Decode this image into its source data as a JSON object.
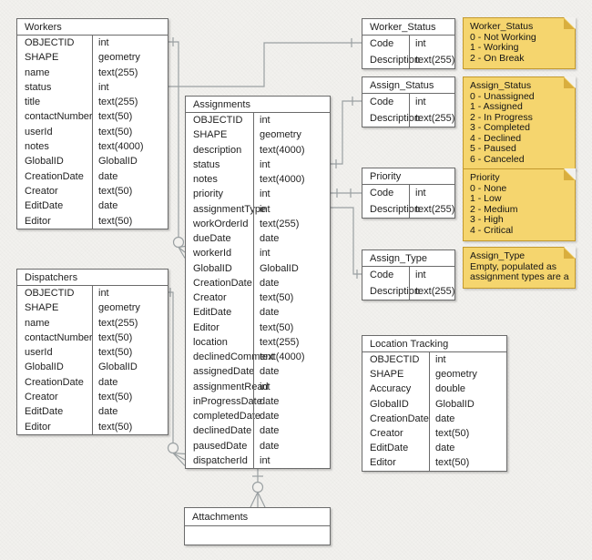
{
  "colors": {
    "background": "#f2f1ee",
    "table_fill": "#ffffff",
    "table_border": "#6b6b6b",
    "connector": "#9aa0a2",
    "note_fill": "#f5d56e",
    "note_border": "#c3992e",
    "note_fold": "#d9ae3e"
  },
  "tables": [
    {
      "id": "workers",
      "title": "Workers",
      "fields": [
        {
          "name": "OBJECTID",
          "type": "int"
        },
        {
          "name": "SHAPE",
          "type": "geometry"
        },
        {
          "name": "name",
          "type": "text(255)"
        },
        {
          "name": "status",
          "type": "int"
        },
        {
          "name": "title",
          "type": "text(255)"
        },
        {
          "name": "contactNumber",
          "type": "text(50)"
        },
        {
          "name": "userId",
          "type": "text(50)"
        },
        {
          "name": "notes",
          "type": "text(4000)"
        },
        {
          "name": "GlobalID",
          "type": "GlobalID"
        },
        {
          "name": "CreationDate",
          "type": "date"
        },
        {
          "name": "Creator",
          "type": "text(50)"
        },
        {
          "name": "EditDate",
          "type": "date"
        },
        {
          "name": "Editor",
          "type": "text(50)"
        }
      ]
    },
    {
      "id": "dispatchers",
      "title": "Dispatchers",
      "fields": [
        {
          "name": "OBJECTID",
          "type": "int"
        },
        {
          "name": "SHAPE",
          "type": "geometry"
        },
        {
          "name": "name",
          "type": "text(255)"
        },
        {
          "name": "contactNumber",
          "type": "text(50)"
        },
        {
          "name": "userId",
          "type": "text(50)"
        },
        {
          "name": "GlobalID",
          "type": "GlobalID"
        },
        {
          "name": "CreationDate",
          "type": "date"
        },
        {
          "name": "Creator",
          "type": "text(50)"
        },
        {
          "name": "EditDate",
          "type": "date"
        },
        {
          "name": "Editor",
          "type": "text(50)"
        }
      ]
    },
    {
      "id": "assignments",
      "title": "Assignments",
      "fields": [
        {
          "name": "OBJECTID",
          "type": "int"
        },
        {
          "name": "SHAPE",
          "type": "geometry"
        },
        {
          "name": "description",
          "type": "text(4000)"
        },
        {
          "name": "status",
          "type": "int"
        },
        {
          "name": "notes",
          "type": "text(4000)"
        },
        {
          "name": "priority",
          "type": "int"
        },
        {
          "name": "assignmentType",
          "type": "int"
        },
        {
          "name": "workOrderId",
          "type": "text(255)"
        },
        {
          "name": "dueDate",
          "type": "date"
        },
        {
          "name": "workerId",
          "type": "int"
        },
        {
          "name": "GlobalID",
          "type": "GlobalID"
        },
        {
          "name": "CreationDate",
          "type": "date"
        },
        {
          "name": "Creator",
          "type": "text(50)"
        },
        {
          "name": "EditDate",
          "type": "date"
        },
        {
          "name": "Editor",
          "type": "text(50)"
        },
        {
          "name": "location",
          "type": "text(255)"
        },
        {
          "name": "declinedComment",
          "type": "text(4000)"
        },
        {
          "name": "assignedDate",
          "type": "date"
        },
        {
          "name": "assignmentRead",
          "type": "int"
        },
        {
          "name": "inProgressDate",
          "type": "date"
        },
        {
          "name": "completedDate",
          "type": "date"
        },
        {
          "name": "declinedDate",
          "type": "date"
        },
        {
          "name": "pausedDate",
          "type": "date"
        },
        {
          "name": "dispatcherId",
          "type": "int"
        }
      ]
    },
    {
      "id": "worker_status",
      "title": "Worker_Status",
      "fields": [
        {
          "name": "Code",
          "type": "int"
        },
        {
          "name": "Description",
          "type": "text(255)"
        }
      ]
    },
    {
      "id": "assign_status",
      "title": "Assign_Status",
      "fields": [
        {
          "name": "Code",
          "type": "int"
        },
        {
          "name": "Description",
          "type": "text(255)"
        }
      ]
    },
    {
      "id": "priority",
      "title": "Priority",
      "fields": [
        {
          "name": "Code",
          "type": "int"
        },
        {
          "name": "Description",
          "type": "text(255)"
        }
      ]
    },
    {
      "id": "assign_type",
      "title": "Assign_Type",
      "fields": [
        {
          "name": "Code",
          "type": "int"
        },
        {
          "name": "Description",
          "type": "text(255)"
        }
      ]
    },
    {
      "id": "location_tracking",
      "title": "Location Tracking",
      "fields": [
        {
          "name": "OBJECTID",
          "type": "int"
        },
        {
          "name": "SHAPE",
          "type": "geometry"
        },
        {
          "name": "Accuracy",
          "type": "double"
        },
        {
          "name": "GlobalID",
          "type": "GlobalID"
        },
        {
          "name": "CreationDate",
          "type": "date"
        },
        {
          "name": "Creator",
          "type": "text(50)"
        },
        {
          "name": "EditDate",
          "type": "date"
        },
        {
          "name": "Editor",
          "type": "text(50)"
        }
      ]
    },
    {
      "id": "attachments",
      "title": "Attachments",
      "fields": []
    }
  ],
  "notes": [
    {
      "id": "worker_status_note",
      "title": "Worker_Status",
      "lines": [
        "0 - Not Working",
        "1 - Working",
        "2 - On Break"
      ]
    },
    {
      "id": "assign_status_note",
      "title": "Assign_Status",
      "lines": [
        "0 - Unassigned",
        "1 - Assigned",
        "2 - In Progress",
        "3 - Completed",
        "4 - Declined",
        "5 - Paused",
        "6 - Canceled"
      ]
    },
    {
      "id": "priority_note",
      "title": "Priority",
      "lines": [
        "0 - None",
        "1 - Low",
        "2 - Medium",
        "3 - High",
        "4 - Critical"
      ]
    },
    {
      "id": "assign_type_note",
      "title": "Assign_Type",
      "lines": [
        "Empty, populated as",
        "assignment types are added"
      ]
    }
  ]
}
